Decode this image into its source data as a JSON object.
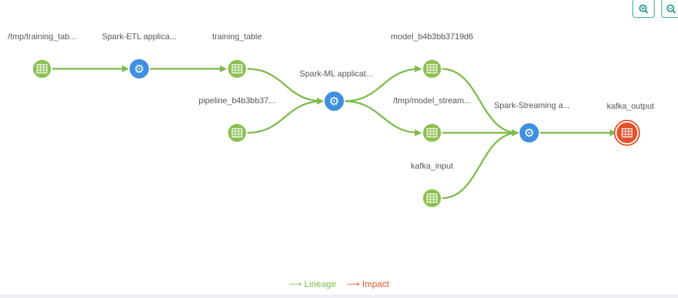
{
  "toolbar": {
    "zoom_in": "zoom-in-icon",
    "zoom_out": "zoom-out-icon"
  },
  "nodes": [
    {
      "id": "n1",
      "label": "/tmp/training_tab...",
      "kind": "dataset"
    },
    {
      "id": "n2",
      "label": "Spark-ETL applica...",
      "kind": "process"
    },
    {
      "id": "n3",
      "label": "training_table",
      "kind": "dataset"
    },
    {
      "id": "n4",
      "label": "pipeline_b4b3bb37...",
      "kind": "dataset"
    },
    {
      "id": "n5",
      "label": "Spark-ML applicat...",
      "kind": "process"
    },
    {
      "id": "n6",
      "label": "model_b4b3bb3719d6",
      "kind": "dataset"
    },
    {
      "id": "n7",
      "label": "/tmp/model_stream...",
      "kind": "dataset"
    },
    {
      "id": "n8",
      "label": "kafka_input",
      "kind": "dataset"
    },
    {
      "id": "n9",
      "label": "Spark-Streaming a...",
      "kind": "process"
    },
    {
      "id": "n10",
      "label": "kafka_output",
      "kind": "dataset-impact"
    }
  ],
  "edges": [
    [
      "n1",
      "n2"
    ],
    [
      "n2",
      "n3"
    ],
    [
      "n3",
      "n5"
    ],
    [
      "n4",
      "n5"
    ],
    [
      "n5",
      "n6"
    ],
    [
      "n5",
      "n7"
    ],
    [
      "n6",
      "n9"
    ],
    [
      "n7",
      "n9"
    ],
    [
      "n8",
      "n9"
    ],
    [
      "n9",
      "n10"
    ]
  ],
  "legend": {
    "lineage": "⟶ Lineage",
    "impact": "⟶ Impact"
  },
  "colors": {
    "lineage": "#7dbb4a",
    "impact": "#e5532a",
    "process": "#3f8fe0",
    "dataset": "#8cc152",
    "accent": "#2e9c8f"
  }
}
